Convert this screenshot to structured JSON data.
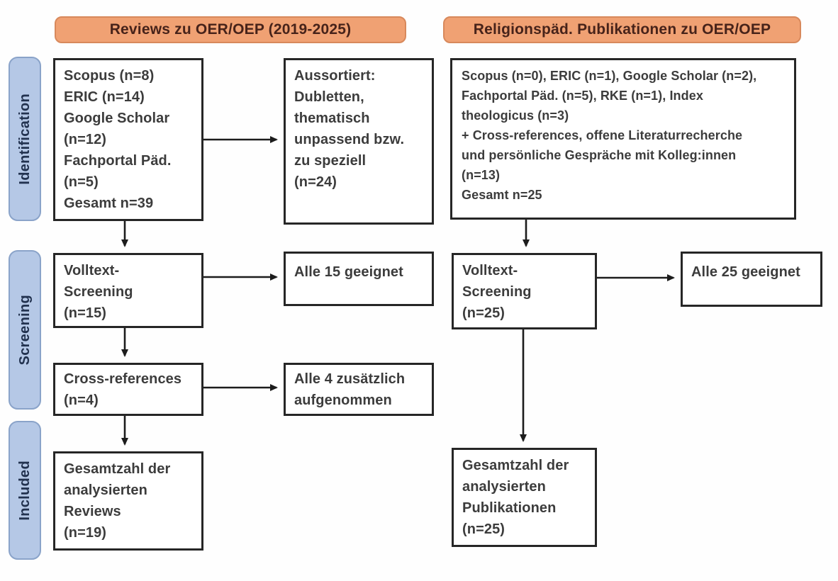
{
  "headers": {
    "left": "Reviews zu OER/OEP (2019-2025)",
    "right": "Religionspäd. Publikationen zu OER/OEP"
  },
  "sidebar": {
    "identification": "Identification",
    "screening": "Screening",
    "included": "Included"
  },
  "left_column": {
    "sources": "Scopus (n=8)\nERIC (n=14)\nGoogle Scholar\n(n=12)\nFachportal Päd.\n(n=5)\nGesamt n=39",
    "excluded": "Aussortiert:\nDubletten,\nthematisch\nunpassend bzw.\nzu speziell\n(n=24)",
    "fulltext_screening": "Volltext-\nScreening\n(n=15)",
    "fulltext_result": "Alle 15 geeignet",
    "cross_references": "Cross-references\n(n=4)",
    "cross_references_result": "Alle 4 zusätzlich\naufgenommen",
    "total": "Gesamtzahl der\nanalysierten\nReviews\n(n=19)"
  },
  "right_column": {
    "sources": "Scopus (n=0), ERIC (n=1), Google Scholar (n=2),\nFachportal Päd. (n=5), RKE (n=1), Index\ntheologicus (n=3)\n+ Cross-references, offene Literaturrecherche\nund persönliche Gespräche mit Kolleg:innen\n(n=13)\nGesamt n=25",
    "fulltext_screening": "Volltext-\nScreening\n(n=25)",
    "fulltext_result": "Alle 25 geeignet",
    "total": "Gesamtzahl der\nanalysierten\nPublikationen\n(n=25)"
  },
  "colors": {
    "header_fill": "#f0a173",
    "header_border": "#d8895c",
    "header_text": "#47231a",
    "sidebar_fill": "#b5c8e6",
    "sidebar_border": "#8aa3c9",
    "sidebar_text": "#22324f",
    "box_border": "#262626",
    "box_text": "#3c3c3c",
    "arrow": "#1c1c1c"
  }
}
